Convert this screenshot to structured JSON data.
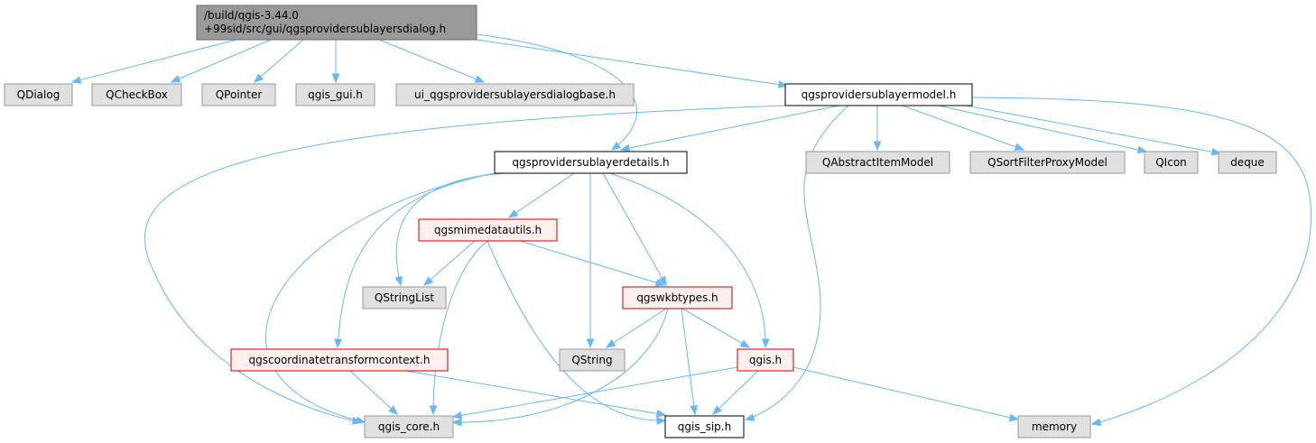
{
  "colors": {
    "edge": "#63b8ff",
    "root_fill": "#999999",
    "root_stroke": "#666666",
    "documented_fill": "#ffffff",
    "documented_stroke": "#000000",
    "external_fill": "#e0e0e0",
    "external_stroke": "#999999",
    "partial_fill": "#fff0f0",
    "partial_stroke": "#cc0000"
  },
  "nodes": [
    {
      "id": "root",
      "kind": "root",
      "label": [
        "/build/qgis-3.44.0",
        "+99sid/src/gui/qgsprovidersublayersdialog.h"
      ]
    },
    {
      "id": "qdialog",
      "kind": "external",
      "label": [
        "QDialog"
      ]
    },
    {
      "id": "qcheckbox",
      "kind": "external",
      "label": [
        "QCheckBox"
      ]
    },
    {
      "id": "qpointer",
      "kind": "external",
      "label": [
        "QPointer"
      ]
    },
    {
      "id": "qgis_gui",
      "kind": "external",
      "label": [
        "qgis_gui.h"
      ]
    },
    {
      "id": "ui_base",
      "kind": "external",
      "label": [
        "ui_qgsprovidersublayersdialogbase.h"
      ]
    },
    {
      "id": "model",
      "kind": "documented",
      "label": [
        "qgsprovidersublayermodel.h"
      ]
    },
    {
      "id": "details",
      "kind": "documented",
      "label": [
        "qgsprovidersublayerdetails.h"
      ]
    },
    {
      "id": "qabstractitemmodel",
      "kind": "external",
      "label": [
        "QAbstractItemModel"
      ]
    },
    {
      "id": "qsortfilter",
      "kind": "external",
      "label": [
        "QSortFilterProxyModel"
      ]
    },
    {
      "id": "qicon",
      "kind": "external",
      "label": [
        "QIcon"
      ]
    },
    {
      "id": "deque",
      "kind": "external",
      "label": [
        "deque"
      ]
    },
    {
      "id": "mimedata",
      "kind": "partial",
      "label": [
        "qgsmimedatautils.h"
      ]
    },
    {
      "id": "qstringlist",
      "kind": "external",
      "label": [
        "QStringList"
      ]
    },
    {
      "id": "wkbtypes",
      "kind": "partial",
      "label": [
        "qgswkbtypes.h"
      ]
    },
    {
      "id": "qstring",
      "kind": "external",
      "label": [
        "QString"
      ]
    },
    {
      "id": "qgis",
      "kind": "partial",
      "label": [
        "qgis.h"
      ]
    },
    {
      "id": "coordctx",
      "kind": "partial",
      "label": [
        "qgscoordinatetransformcontext.h"
      ]
    },
    {
      "id": "qgis_core",
      "kind": "external",
      "label": [
        "qgis_core.h"
      ]
    },
    {
      "id": "qgis_sip",
      "kind": "documented",
      "label": [
        "qgis_sip.h"
      ]
    },
    {
      "id": "memory",
      "kind": "external",
      "label": [
        "memory"
      ]
    }
  ],
  "edges": [
    {
      "from": "root",
      "to": "qdialog"
    },
    {
      "from": "root",
      "to": "qcheckbox"
    },
    {
      "from": "root",
      "to": "qpointer"
    },
    {
      "from": "root",
      "to": "qgis_gui"
    },
    {
      "from": "root",
      "to": "ui_base"
    },
    {
      "from": "root",
      "to": "details"
    },
    {
      "from": "root",
      "to": "model"
    },
    {
      "from": "model",
      "to": "details"
    },
    {
      "from": "model",
      "to": "qgis_core"
    },
    {
      "from": "model",
      "to": "qgis_sip"
    },
    {
      "from": "model",
      "to": "qabstractitemmodel"
    },
    {
      "from": "model",
      "to": "qsortfilter"
    },
    {
      "from": "model",
      "to": "qicon"
    },
    {
      "from": "model",
      "to": "deque"
    },
    {
      "from": "model",
      "to": "memory"
    },
    {
      "from": "details",
      "to": "mimedata"
    },
    {
      "from": "details",
      "to": "qstringlist"
    },
    {
      "from": "details",
      "to": "coordctx"
    },
    {
      "from": "details",
      "to": "qgis_core"
    },
    {
      "from": "details",
      "to": "wkbtypes"
    },
    {
      "from": "details",
      "to": "qstring"
    },
    {
      "from": "details",
      "to": "qgis"
    },
    {
      "from": "mimedata",
      "to": "qstringlist"
    },
    {
      "from": "mimedata",
      "to": "wkbtypes"
    },
    {
      "from": "mimedata",
      "to": "qgis_core"
    },
    {
      "from": "mimedata",
      "to": "qgis_sip"
    },
    {
      "from": "wkbtypes",
      "to": "qstring"
    },
    {
      "from": "wkbtypes",
      "to": "qgis"
    },
    {
      "from": "wkbtypes",
      "to": "qgis_core"
    },
    {
      "from": "wkbtypes",
      "to": "qgis_sip"
    },
    {
      "from": "coordctx",
      "to": "qgis_core"
    },
    {
      "from": "coordctx",
      "to": "qgis_sip"
    },
    {
      "from": "qgis",
      "to": "qgis_core"
    },
    {
      "from": "qgis",
      "to": "qgis_sip"
    },
    {
      "from": "qgis",
      "to": "memory"
    }
  ]
}
